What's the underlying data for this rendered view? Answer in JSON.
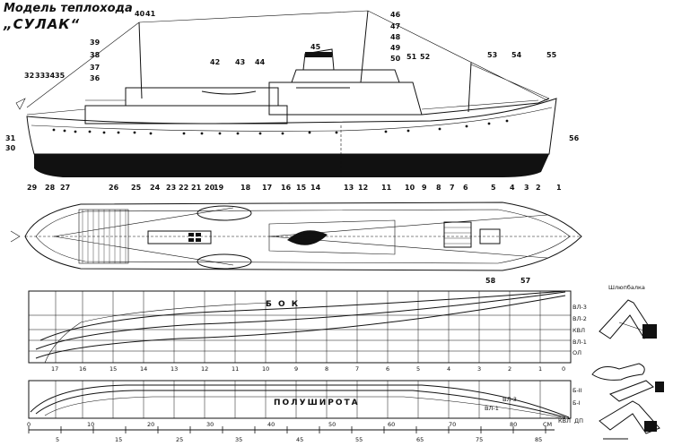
{
  "header": {
    "title_line1": "Модель теплохода",
    "title_line2": "„СУЛАК“"
  },
  "side_view": {
    "top_labels": [
      "40",
      "41",
      "42",
      "43",
      "44",
      "45",
      "46",
      "47",
      "48",
      "49",
      "50",
      "51",
      "52",
      "53",
      "54",
      "55",
      "39",
      "38",
      "37",
      "36",
      "32",
      "33",
      "34",
      "35",
      "31",
      "30",
      "56"
    ],
    "bottom_labels": [
      "29",
      "28",
      "27",
      "26",
      "25",
      "24",
      "23",
      "22",
      "21",
      "20",
      "18",
      "17",
      "16",
      "15",
      "14",
      "13",
      "12",
      "11",
      "10",
      "9",
      "8",
      "7",
      "6",
      "5",
      "4",
      "3",
      "2",
      "1"
    ]
  },
  "plan_view": {
    "extra_labels": [
      "58",
      "57",
      "19"
    ]
  },
  "lines_side": {
    "caption": "Б О К",
    "station_labels": [
      "17",
      "16",
      "15",
      "14",
      "13",
      "12",
      "11",
      "10",
      "9",
      "8",
      "7",
      "6",
      "5",
      "4",
      "3",
      "2",
      "1",
      "0"
    ],
    "waterline_labels": [
      "ВЛ-3",
      "ВЛ-2",
      "КВЛ",
      "ВЛ-1",
      "ОЛ"
    ]
  },
  "lines_half": {
    "caption": "ПОЛУШИРОТА",
    "waterline_labels": [
      "Б-II",
      "Б-I",
      "ВЛ-3",
      "ВЛ-1",
      "КВЛ",
      "ДП"
    ]
  },
  "scale": {
    "top_numbers": [
      "0",
      "10",
      "20",
      "30",
      "40",
      "50",
      "60",
      "70",
      "80"
    ],
    "bottom_numbers": [
      "5",
      "15",
      "25",
      "35",
      "45",
      "55",
      "65",
      "75",
      "85"
    ],
    "unit": "СМ"
  },
  "detail": {
    "caption": "Шлюпбалка"
  }
}
